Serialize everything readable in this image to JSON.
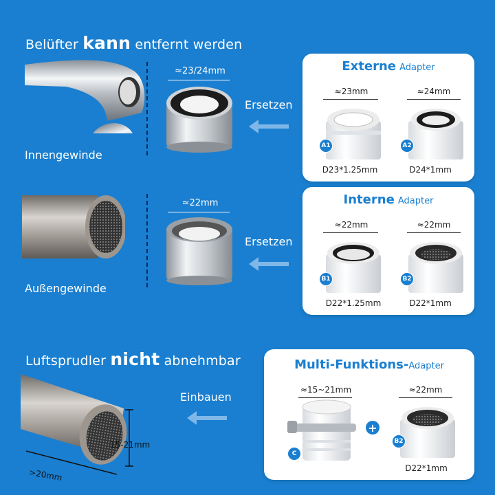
{
  "section1": {
    "heading_pre": "Belüfter",
    "heading_bold": "kann",
    "heading_post": "entfernt werden",
    "caption": "Innengewinde",
    "part_dim": "≈23/24mm",
    "verb": "Ersetzen",
    "card": {
      "title_bold": "Externe",
      "title_normal": "Adapter",
      "items": [
        {
          "dim": "≈23mm",
          "badge": "A1",
          "spec": "D23*1.25mm"
        },
        {
          "dim": "≈24mm",
          "badge": "A2",
          "spec": "D24*1mm"
        }
      ]
    }
  },
  "section2": {
    "caption": "Außengewinde",
    "part_dim": "≈22mm",
    "verb": "Ersetzen",
    "card": {
      "title_bold": "Interne",
      "title_normal": "Adapter",
      "items": [
        {
          "dim": "≈22mm",
          "badge": "B1",
          "spec": "D22*1.25mm"
        },
        {
          "dim": "≈22mm",
          "badge": "B2",
          "spec": "D22*1mm"
        }
      ]
    }
  },
  "section3": {
    "heading_pre": "Luftsprudler",
    "heading_bold": "nicht",
    "heading_post": "abnehmbar",
    "verb": "Einbauen",
    "dim_side": "15-21mm",
    "dim_bottom": ">20mm",
    "card": {
      "title_bold": "Multi-Funktions-",
      "title_normal": "Adapter",
      "plus": "+",
      "items": [
        {
          "dim": "≈15~21mm",
          "badge": "C",
          "spec": ""
        },
        {
          "dim": "≈22mm",
          "badge": "B2",
          "spec": "D22*1mm"
        }
      ]
    }
  },
  "colors": {
    "background": "#1a7fd0",
    "accent": "#1a7fd0",
    "arrow": "#7fb8e8"
  }
}
